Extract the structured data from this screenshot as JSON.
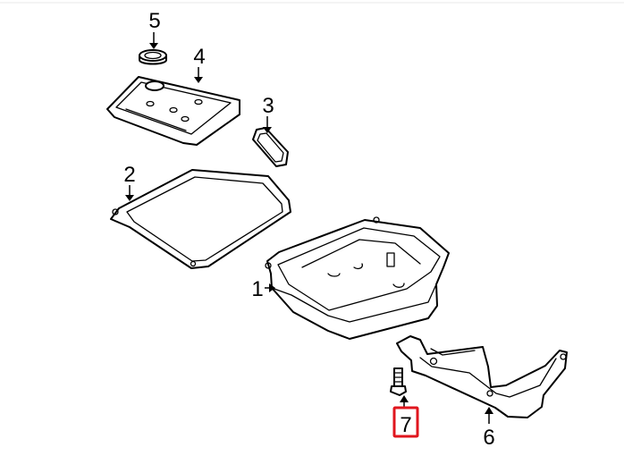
{
  "callouts": [
    {
      "id": "1",
      "label": "1"
    },
    {
      "id": "2",
      "label": "2"
    },
    {
      "id": "3",
      "label": "3"
    },
    {
      "id": "4",
      "label": "4"
    },
    {
      "id": "5",
      "label": "5"
    },
    {
      "id": "6",
      "label": "6"
    },
    {
      "id": "7",
      "label": "7"
    }
  ],
  "highlight": {
    "callout": "7",
    "color": "#e0161e"
  }
}
